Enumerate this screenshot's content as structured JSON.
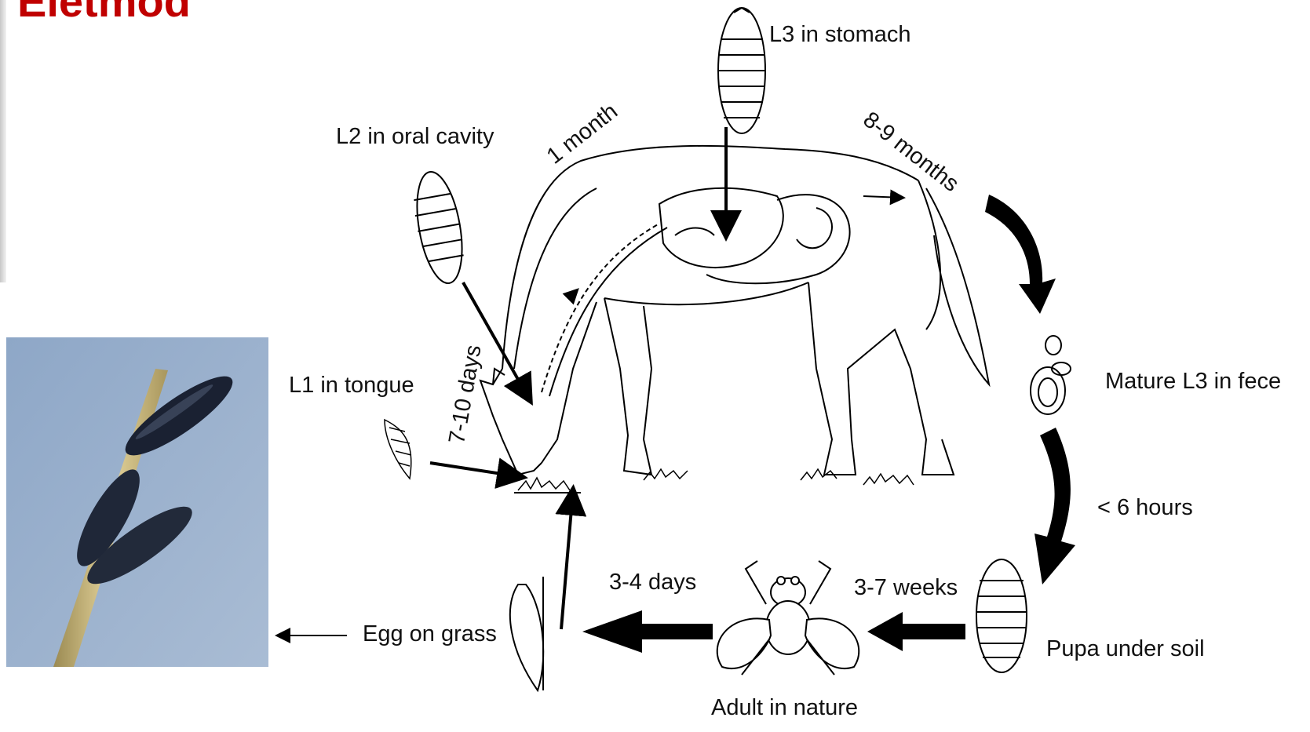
{
  "slide": {
    "title": "Életmód"
  },
  "diagram": {
    "host": "horse",
    "labels": {
      "l3_stomach": "L3 in stomach",
      "l2_oral": "L2 in oral cavity",
      "l1_tongue": "L1 in tongue",
      "mature_l3": "Mature L3 in fece",
      "pupa": "Pupa under soil",
      "adult": "Adult in nature",
      "egg": "Egg on grass"
    },
    "durations": {
      "one_month": "1 month",
      "eight_nine_months": "8-9 months",
      "seven_ten_days": "7-10 days",
      "six_hours": "< 6 hours",
      "three_seven_weeks": "3-7 weeks",
      "three_four_days": "3-4 days"
    }
  },
  "photo": {
    "subject": "fly eggs attached to grass stem"
  }
}
